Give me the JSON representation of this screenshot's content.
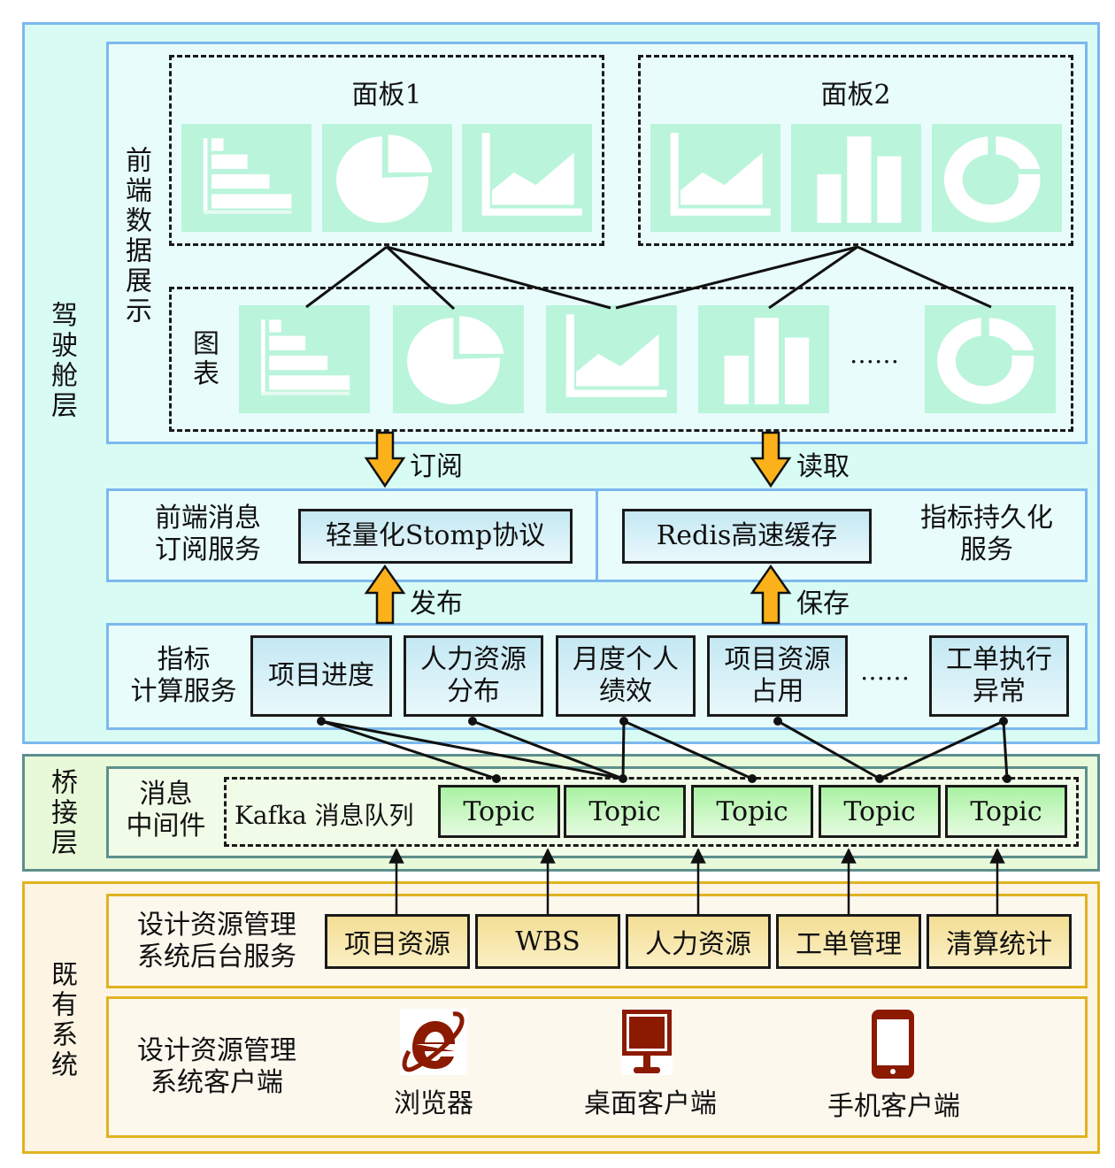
{
  "layers": {
    "cockpit": "驾驶舱层",
    "bridge": "桥接层",
    "legacy": "既有系统"
  },
  "frontend_display": {
    "title": "前端数据展示",
    "panel1": {
      "title": "面板1",
      "icons": [
        "bar-horizontal-chart-icon",
        "pie-chart-icon",
        "area-chart-icon"
      ]
    },
    "panel2": {
      "title": "面板2",
      "icons": [
        "area-chart-icon",
        "bar-chart-icon",
        "donut-chart-icon"
      ]
    },
    "charts": {
      "label": "图表",
      "ellipsis": "……",
      "icons": [
        "bar-horizontal-chart-icon",
        "pie-chart-icon",
        "area-chart-icon",
        "bar-chart-icon",
        "donut-chart-icon"
      ]
    }
  },
  "arrows": {
    "subscribe": "订阅",
    "read": "读取",
    "publish": "发布",
    "save": "保存"
  },
  "services": {
    "frontend_msg_label": "前端消息订阅服务",
    "frontend_msg_line1": "前端消息",
    "frontend_msg_line2": "订阅服务",
    "stomp": "轻量化Stomp协议",
    "redis": "Redis高速缓存",
    "persist_line1": "指标持久化",
    "persist_line2": "服务"
  },
  "metric_calc": {
    "label_line1": "指标",
    "label_line2": "计算服务",
    "boxes": [
      {
        "line1": "项目进度",
        "line2": ""
      },
      {
        "line1": "人力资源",
        "line2": "分布"
      },
      {
        "line1": "月度个人",
        "line2": "绩效"
      },
      {
        "line1": "项目资源",
        "line2": "占用"
      },
      {
        "line1": "工单执行",
        "line2": "异常"
      }
    ],
    "ellipsis": "……"
  },
  "middleware": {
    "label_line1": "消息",
    "label_line2": "中间件",
    "queue": "Kafka 消息队列",
    "topics": [
      "Topic",
      "Topic",
      "Topic",
      "Topic",
      "Topic"
    ]
  },
  "backend": {
    "label_line1": "设计资源管理",
    "label_line2": "系统后台服务",
    "modules": [
      "项目资源",
      "WBS",
      "人力资源",
      "工单管理",
      "清算统计"
    ]
  },
  "clients": {
    "label_line1": "设计资源管理",
    "label_line2": "系统客户端",
    "items": [
      {
        "name": "浏览器",
        "icon": "browser-icon"
      },
      {
        "name": "桌面客户端",
        "icon": "desktop-monitor-icon"
      },
      {
        "name": "手机客户端",
        "icon": "mobile-phone-icon"
      }
    ]
  },
  "colors": {
    "arrow": "#fbb21a",
    "client_icon": "#8b1a00"
  }
}
